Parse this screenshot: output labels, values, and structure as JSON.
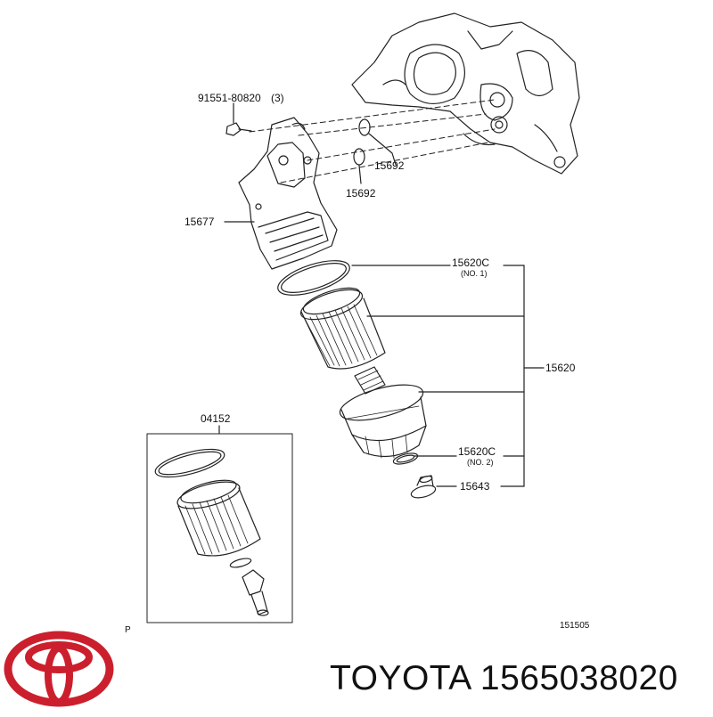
{
  "labels": {
    "bolt": "91551-80820",
    "bolt_qty": "(3)",
    "oring_a": "15692",
    "oring_b": "15692",
    "bracket": "15677",
    "gasket": "15620C",
    "gasket_note": "(NO. 1)",
    "assembly": "15620",
    "oring_small": "15620C",
    "oring_small_note": "(NO. 2)",
    "plug": "15643",
    "kit": "04152",
    "page_marker": "P",
    "diagram_code": "151505"
  },
  "brand": {
    "logo": "toyota-logo",
    "logo_text": "TOYOTA",
    "caption": "TOYOTA 1565038020",
    "logo_color": "#cc1f2d"
  }
}
